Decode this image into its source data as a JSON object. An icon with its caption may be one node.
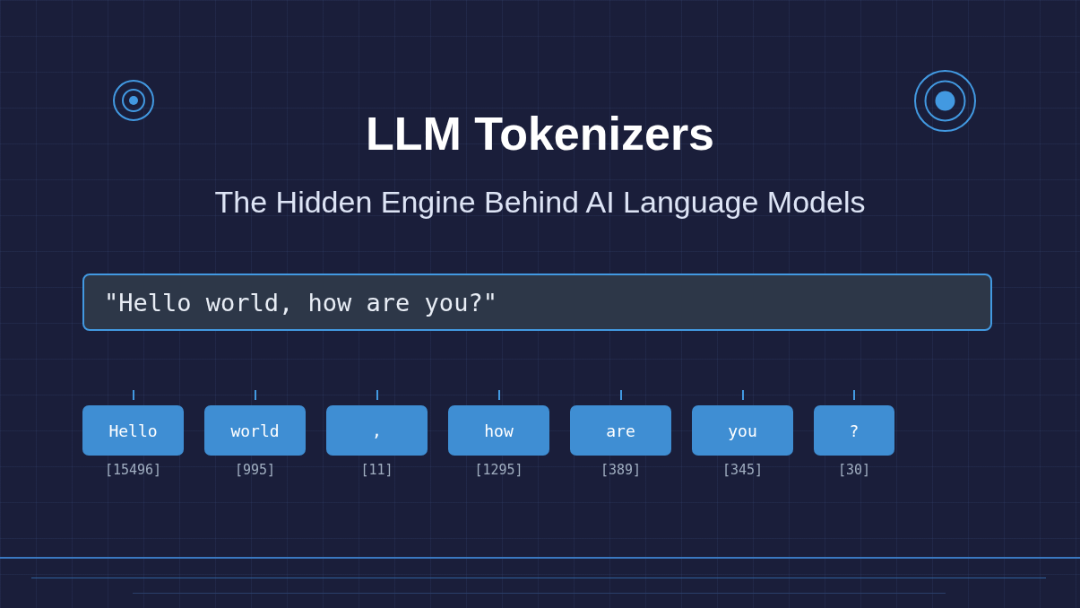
{
  "diagram": {
    "title": "LLM Tokenizers",
    "nodes": [
      {
        "text": [
          "\"Hello world, how are you?\""
        ]
      },
      {
        "text": [
          "Hello"
        ],
        "beside": [
          "[15496]"
        ]
      },
      {
        "text": [
          "world"
        ],
        "beside": [
          "[995]"
        ]
      },
      {
        "text": [
          ","
        ],
        "beside": [
          "[11]"
        ]
      },
      {
        "text": [
          "how"
        ],
        "beside": [
          "[1295]"
        ]
      },
      {
        "text": [
          "are"
        ],
        "beside": [
          "[389]"
        ]
      },
      {
        "text": [
          "you"
        ],
        "beside": [
          "[345]"
        ]
      },
      {
        "text": [
          "?"
        ],
        "beside": [
          "[30]"
        ]
      }
    ],
    "edges": [],
    "labels": [
      "The Hidden Engine Behind AI Language Models"
    ]
  }
}
